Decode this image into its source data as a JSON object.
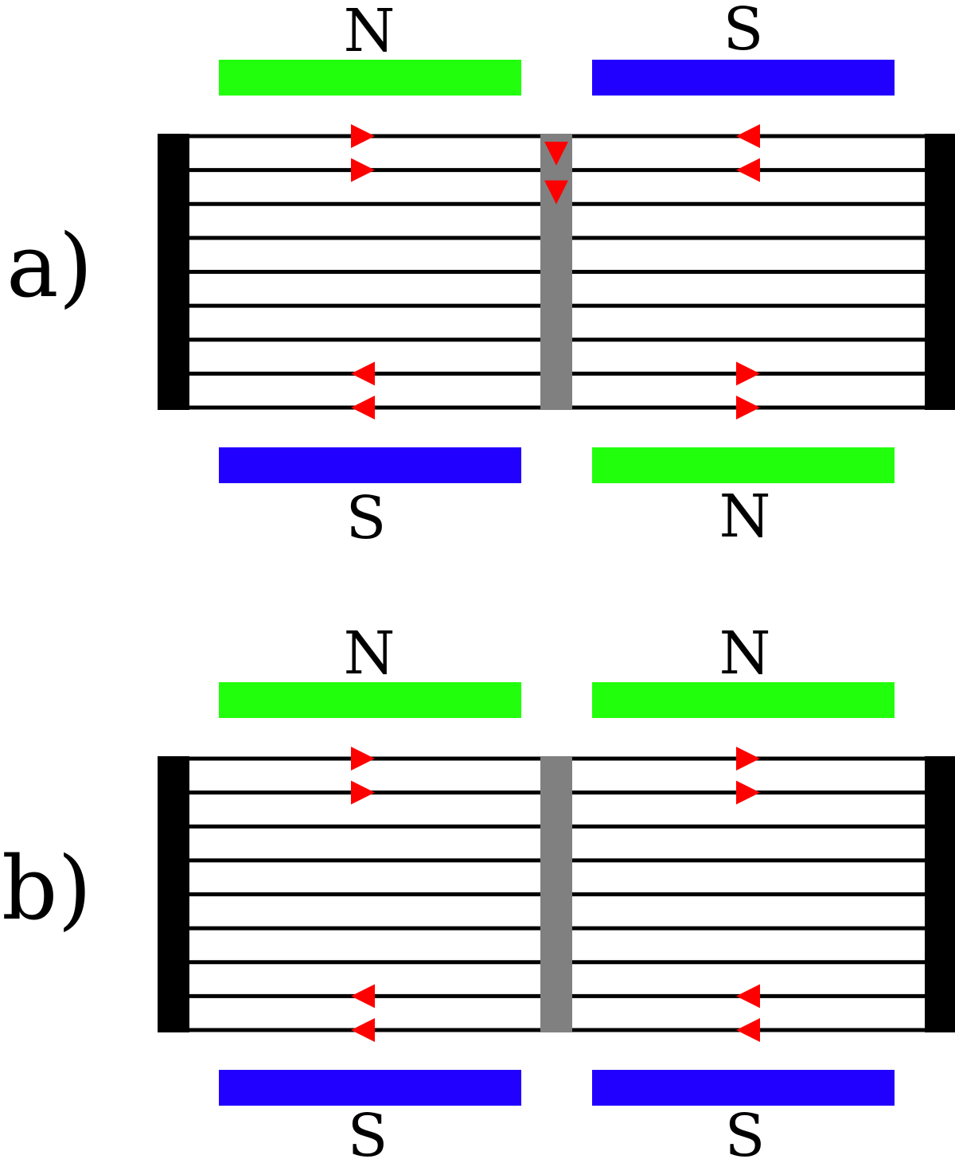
{
  "colors": {
    "north": "#22ff0c",
    "south": "#2200ff",
    "line": "#000000",
    "divider": "#808080",
    "arrow": "#ff0000",
    "background": "#ffffff"
  },
  "panels": [
    {
      "id": "a",
      "label": "a)",
      "top_magnets": [
        {
          "pole": "north",
          "label": "N"
        },
        {
          "pole": "south",
          "label": "S"
        }
      ],
      "bottom_magnets": [
        {
          "pole": "south",
          "label": "S"
        },
        {
          "pole": "north",
          "label": "N"
        }
      ],
      "line_count": 9,
      "arrows": {
        "top_left": "right",
        "top_right": "left",
        "bottom_left": "left",
        "bottom_right": "right",
        "divider": "down"
      }
    },
    {
      "id": "b",
      "label": "b)",
      "top_magnets": [
        {
          "pole": "north",
          "label": "N"
        },
        {
          "pole": "north",
          "label": "N"
        }
      ],
      "bottom_magnets": [
        {
          "pole": "south",
          "label": "S"
        },
        {
          "pole": "south",
          "label": "S"
        }
      ],
      "line_count": 9,
      "arrows": {
        "top_left": "right",
        "top_right": "right",
        "bottom_left": "left",
        "bottom_right": "left",
        "divider": "none"
      }
    }
  ]
}
